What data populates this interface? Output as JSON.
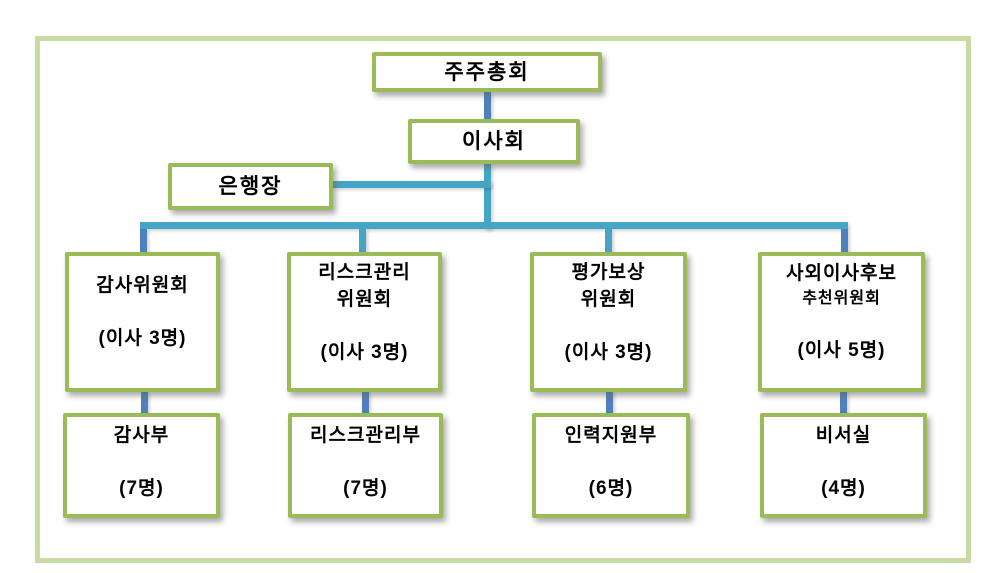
{
  "colors": {
    "box_border_green": "#9bbb59",
    "frame_border_green": "#c8dba3",
    "connector_teal": "#45a5c5",
    "connector_steel_blue": "#4f81bd",
    "text": "#000000",
    "background": "#ffffff"
  },
  "org": {
    "shareholders": {
      "label": "주주총회"
    },
    "board": {
      "label": "이사회"
    },
    "president": {
      "label": "은행장"
    },
    "committees": [
      {
        "line1": "감사위원회",
        "line2": "",
        "detail": "(이사 3명)"
      },
      {
        "line1": "리스크관리",
        "line2": "위원회",
        "detail": "(이사 3명)"
      },
      {
        "line1": "평가보상",
        "line2": "위원회",
        "detail": "(이사 3명)"
      },
      {
        "line1": "사외이사후보",
        "line2": "추천위원회",
        "detail": "(이사 5명)"
      }
    ],
    "departments": [
      {
        "name": "감사부",
        "detail": "(7명)"
      },
      {
        "name": "리스크관리부",
        "detail": "(7명)"
      },
      {
        "name": "인력지원부",
        "detail": "(6명)"
      },
      {
        "name": "비서실",
        "detail": "(4명)"
      }
    ]
  }
}
